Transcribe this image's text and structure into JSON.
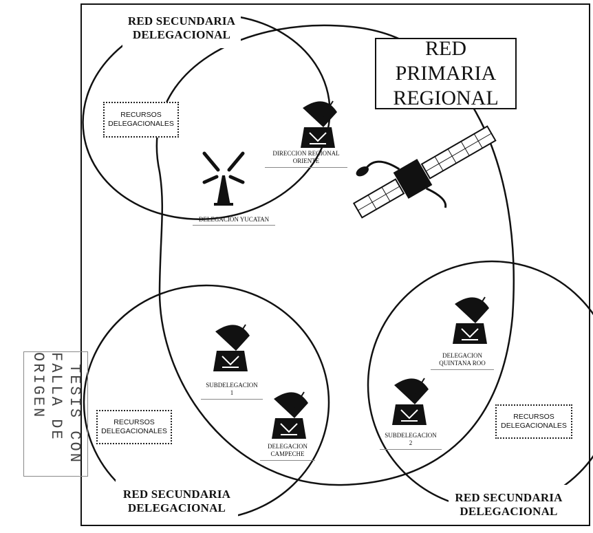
{
  "nodes": {
    "red_primaria": {
      "line1": "RED PRIMARIA",
      "line2": "REGIONAL"
    },
    "red_sec_top": {
      "line1": "RED SECUNDARIA",
      "line2": "DELEGACIONAL"
    },
    "red_sec_bottom_left": {
      "line1": "RED SECUNDARIA",
      "line2": "DELEGACIONAL"
    },
    "red_sec_bottom_right": {
      "line1": "RED SECUNDARIA",
      "line2": "DELEGACIONAL"
    },
    "recursos_top": {
      "line1": "RECURSOS",
      "line2": "DELEGACIONALES"
    },
    "recursos_left": {
      "line1": "RECURSOS",
      "line2": "DELEGACIONALES"
    },
    "recursos_right": {
      "line1": "RECURSOS",
      "line2": "DELEGACIONALES"
    },
    "direccion_regional": {
      "line1": "DIRECCION REGIONAL",
      "line2": "ORIENTE"
    },
    "delegacion_yucatan": {
      "line1": "DELEGACION YUCATAN"
    },
    "subdelegacion_1": {
      "line1": "SUBDELEGACION",
      "line2": "1"
    },
    "delegacion_campeche": {
      "line1": "DELEGACION",
      "line2": "CAMPECHE"
    },
    "delegacion_quintana_roo": {
      "line1": "DELEGACION",
      "line2": "QUINTANA ROO"
    },
    "subdelegacion_2": {
      "line1": "SUBDELEGACION",
      "line2": "2"
    }
  },
  "stamp": {
    "line1": "TESIS CON",
    "line2": "FALLA DE ORIGEN"
  }
}
